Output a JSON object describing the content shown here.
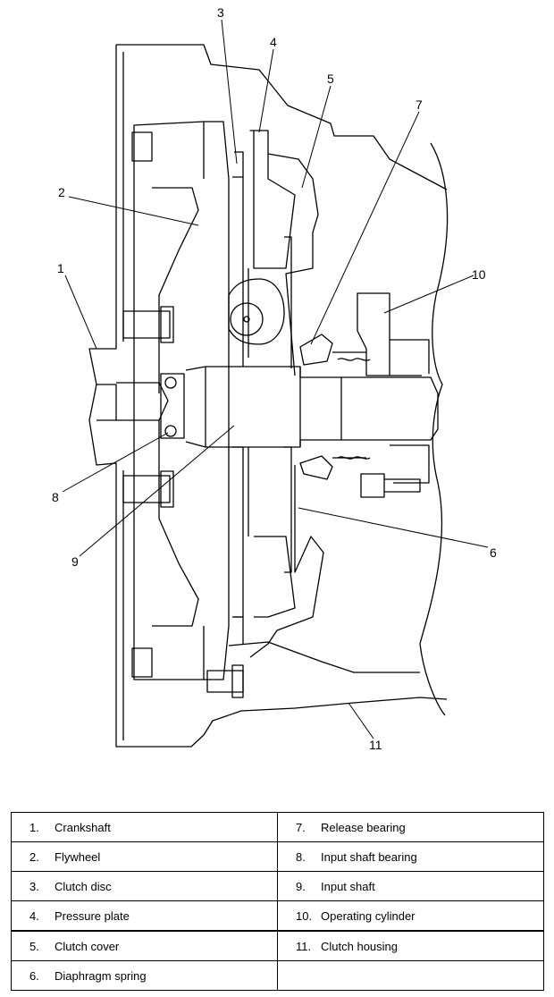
{
  "callouts": [
    "1",
    "2",
    "3",
    "4",
    "5",
    "6",
    "7",
    "8",
    "9",
    "10",
    "11"
  ],
  "legend": [
    {
      "left": {
        "num": "1.",
        "label": "Crankshaft"
      },
      "right": {
        "num": "7.",
        "label": "Release bearing"
      }
    },
    {
      "left": {
        "num": "2.",
        "label": "Flywheel"
      },
      "right": {
        "num": "8.",
        "label": "Input shaft bearing"
      }
    },
    {
      "left": {
        "num": "3.",
        "label": "Clutch disc"
      },
      "right": {
        "num": "9.",
        "label": "Input shaft"
      }
    },
    {
      "left": {
        "num": "4.",
        "label": "Pressure plate"
      },
      "right": {
        "num": "10.",
        "label": "Operating cylinder"
      }
    },
    {
      "left": {
        "num": "5.",
        "label": "Clutch cover"
      },
      "right": {
        "num": "11.",
        "label": "Clutch housing"
      }
    },
    {
      "left": {
        "num": "6.",
        "label": "Diaphragm spring"
      },
      "right": {
        "num": "",
        "label": ""
      }
    }
  ]
}
